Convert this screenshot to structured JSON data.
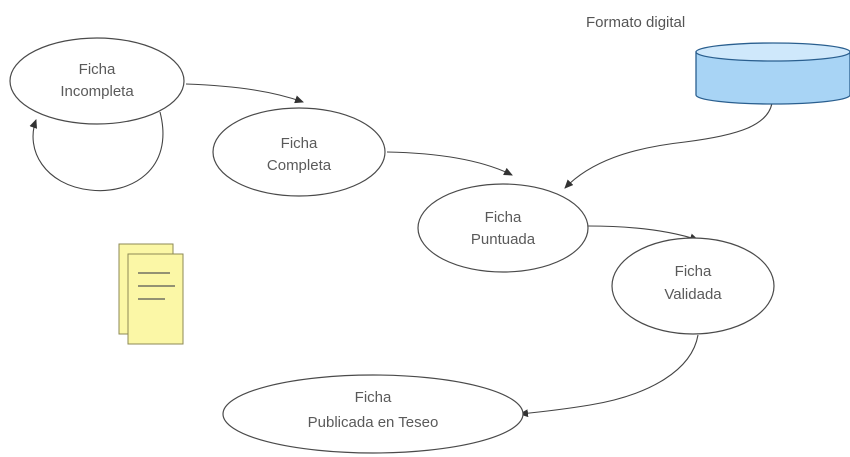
{
  "diagram": {
    "nodes": {
      "incompleta": {
        "line1": "Ficha",
        "line2": "Incompleta"
      },
      "completa": {
        "line1": "Ficha",
        "line2": "Completa"
      },
      "puntuada": {
        "line1": "Ficha",
        "line2": "Puntuada"
      },
      "validada": {
        "line1": "Ficha",
        "line2": "Validada"
      },
      "publicada": {
        "line1": "Ficha",
        "line2": "Publicada en Teseo"
      }
    },
    "database": {
      "label": "Formato digital",
      "fill_color": "#a8d4f5",
      "stroke_color": "#2a5f8f"
    },
    "document_icon": {
      "name": "document-stack-icon",
      "fill_color": "#fbf7a6",
      "stroke_color": "#8c8a55"
    },
    "edges": [
      {
        "from": "incompleta",
        "to": "incompleta"
      },
      {
        "from": "incompleta",
        "to": "completa"
      },
      {
        "from": "completa",
        "to": "puntuada"
      },
      {
        "from": "database",
        "to": "puntuada"
      },
      {
        "from": "puntuada",
        "to": "validada"
      },
      {
        "from": "validada",
        "to": "publicada"
      }
    ]
  }
}
